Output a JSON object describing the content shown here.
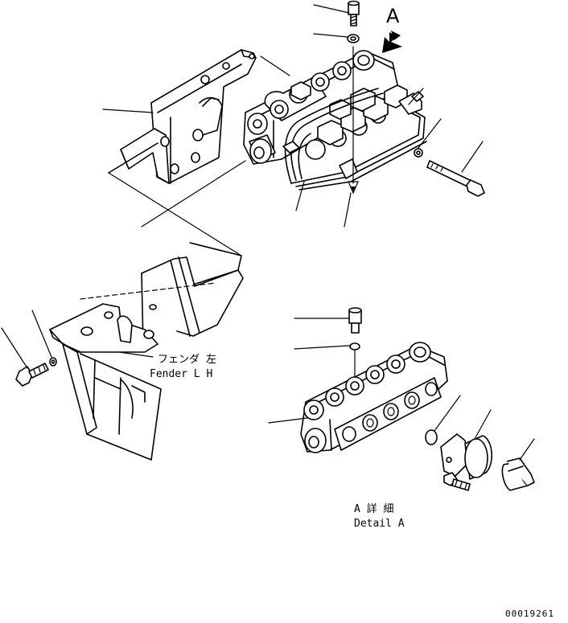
{
  "callouts": {
    "view_letter": "A",
    "fender_jp": "フェンダ 左",
    "fender_en": "Fender L H",
    "detail_jp": "A 詳 細",
    "detail_en": "Detail A"
  },
  "drawing_number": "00019261"
}
